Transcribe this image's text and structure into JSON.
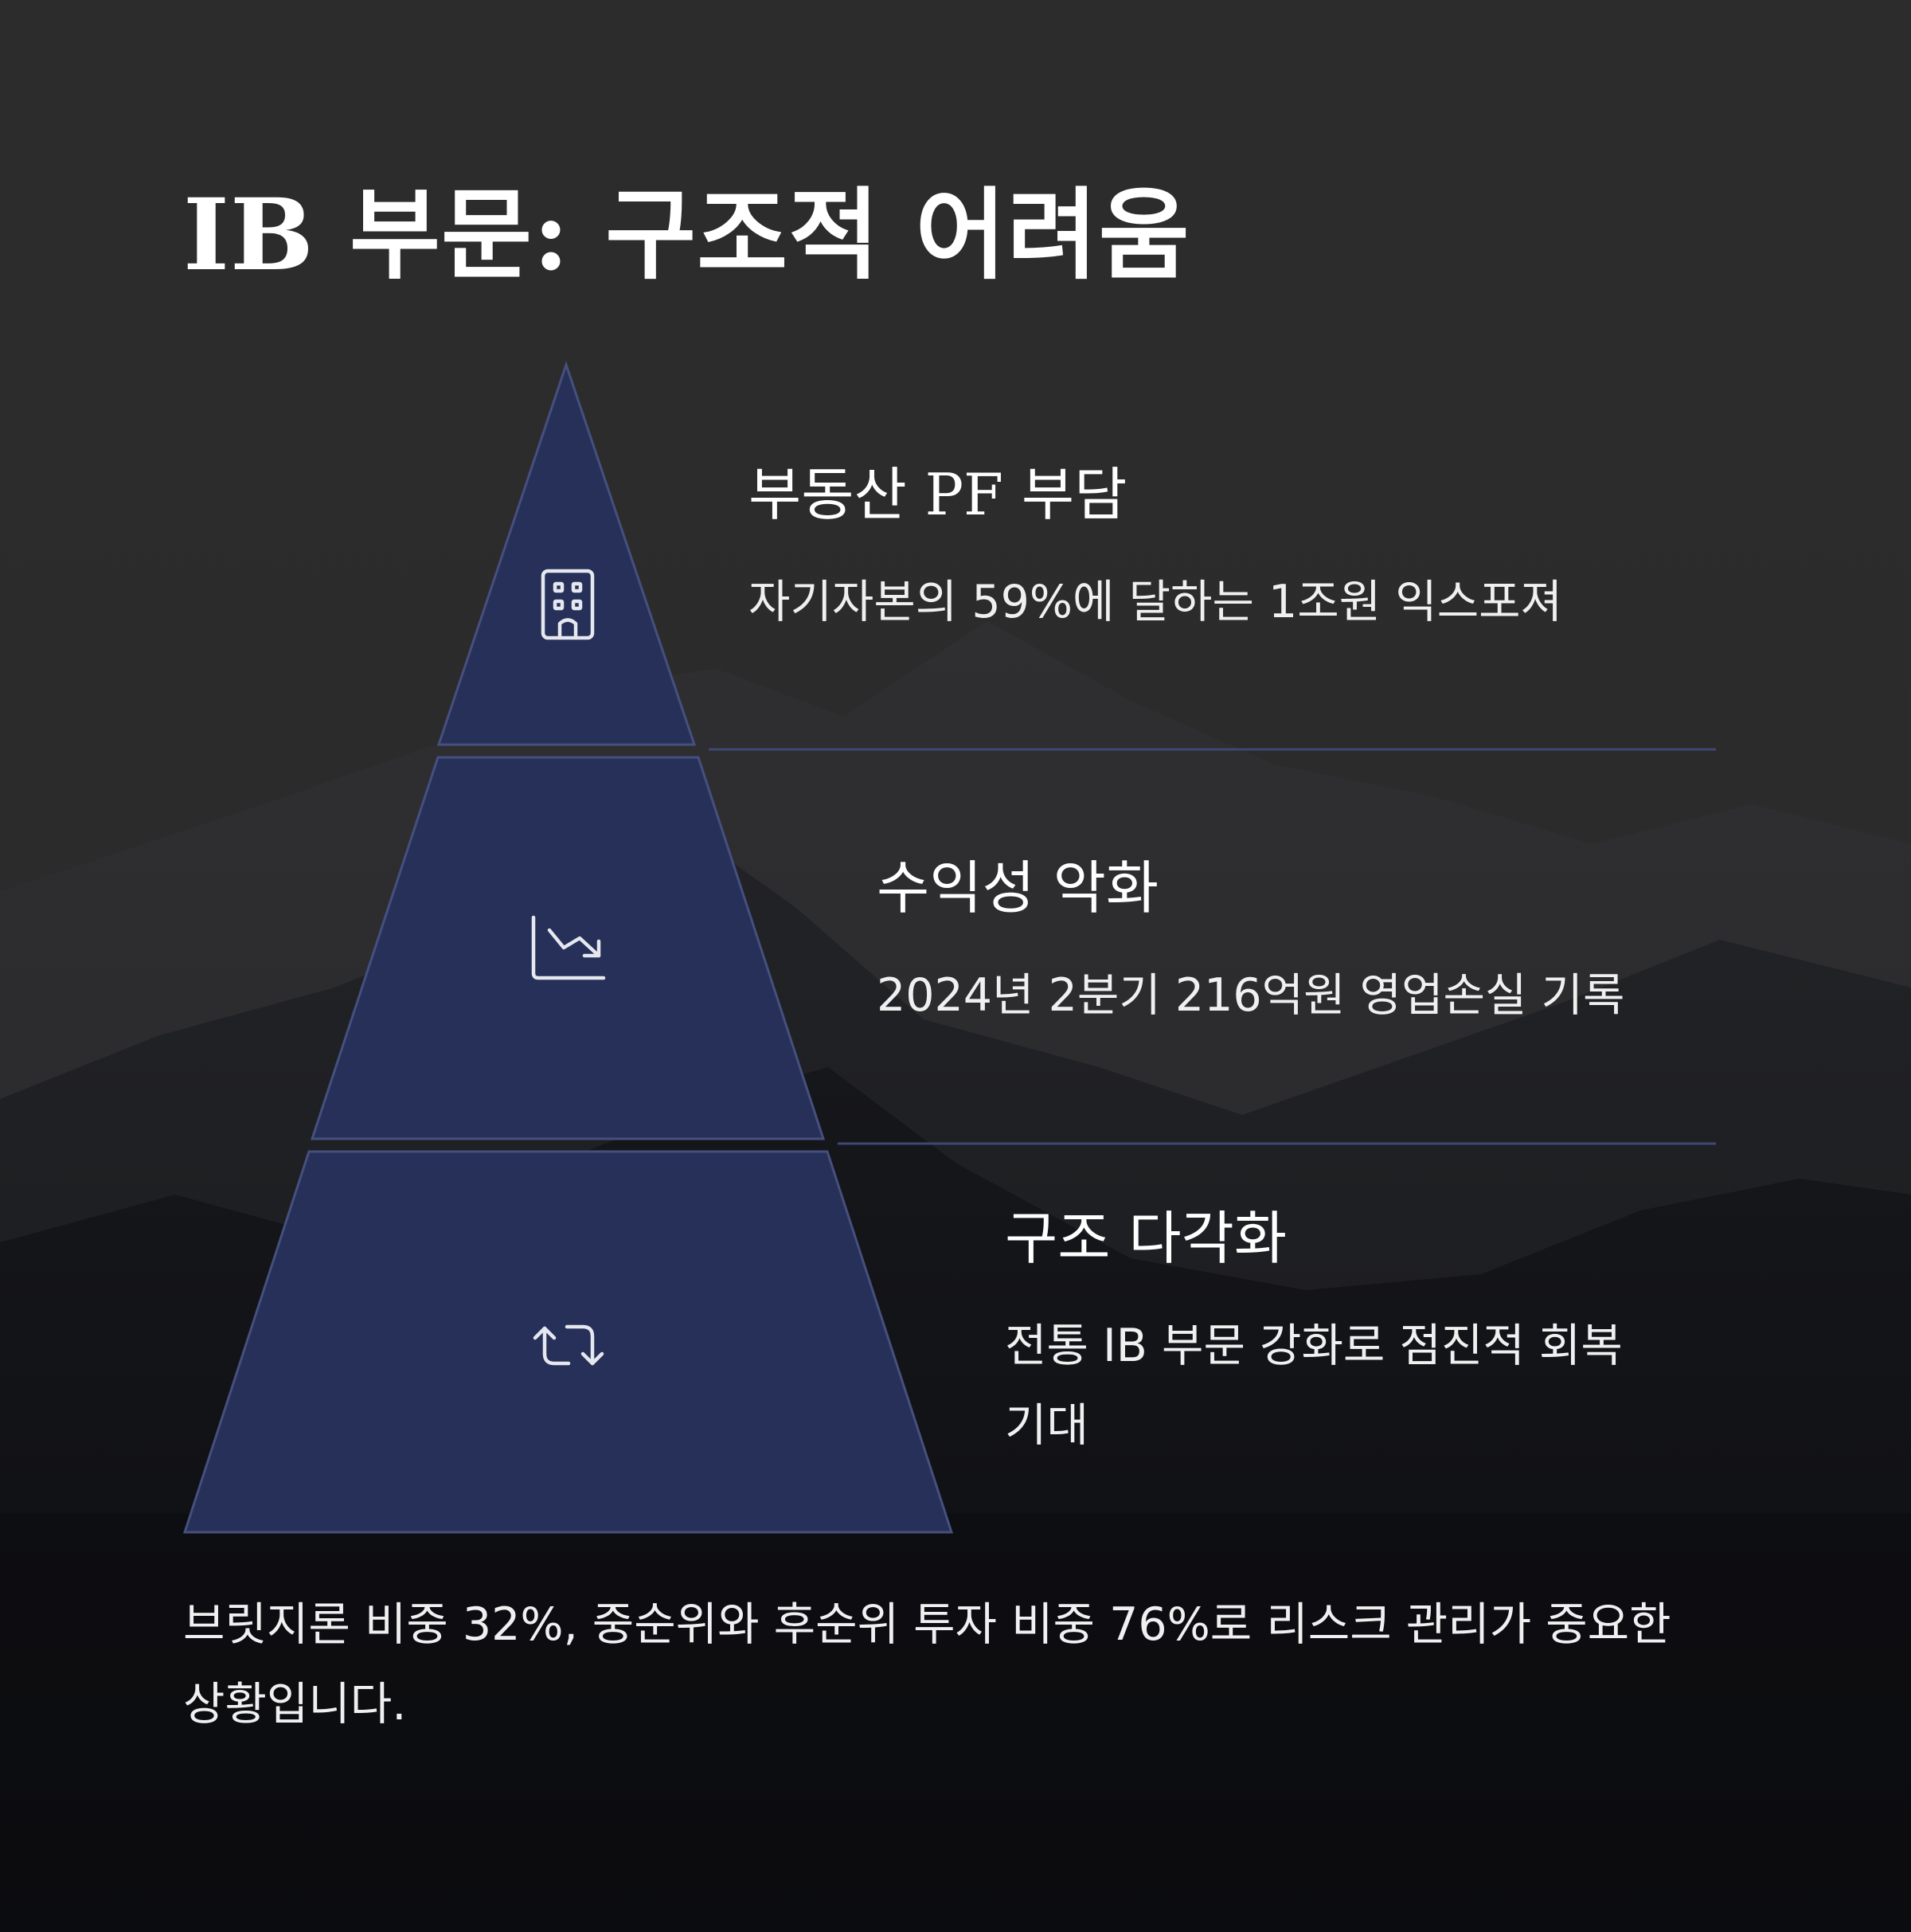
{
  "title": "IB 부문: 구조적 어려움",
  "theme": {
    "tier_fill": "#263058",
    "tier_stroke": "#46507e",
    "divider": "#3f4775",
    "icon_color": "#e6e8f0"
  },
  "tiers": [
    {
      "heading": "부동산 PF 부담",
      "description": "자기자본의 59%에 달하는 1조원 익스포져",
      "icon": "building-icon"
    },
    {
      "heading": "수익성 악화",
      "description": "2024년 2분기 216억원 영업손실 기록",
      "icon": "chart-down-icon"
    },
    {
      "heading": "구조 다각화",
      "description": "전통 IB 부문 강화로 점진적 회복 기대",
      "icon": "arrows-shift-icon"
    }
  ],
  "summary": "브릿지론 비중 32%, 중순위와 후순위 투자 비중 76%로 리스크 관리가 중요한 상황입니다."
}
